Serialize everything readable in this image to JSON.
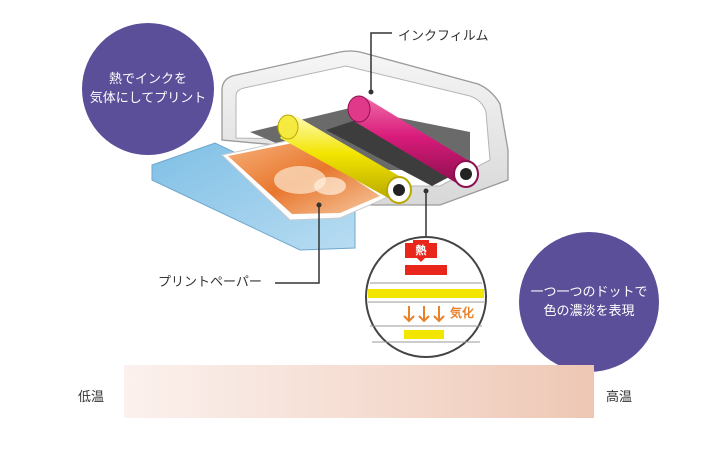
{
  "circles": {
    "left": {
      "lines": [
        "熱でインクを",
        "気体にしてプリント"
      ]
    },
    "right": {
      "lines": [
        "一つ一つのドットで",
        "色の濃淡を表現"
      ]
    }
  },
  "labels": {
    "ink_film": "インクフィルム",
    "print_paper": "プリントペーパー",
    "low_temp": "低温",
    "high_temp": "高温",
    "heat": "熱",
    "vaporize": "気化"
  },
  "colors": {
    "accent_purple": "#5a4f98",
    "magenta_roller": "#d81b7a",
    "yellow_roller": "#f2e500",
    "heat_red": "#e8261c",
    "arrow_orange": "#e8822a",
    "paper_blue": "#8fc8e8"
  }
}
